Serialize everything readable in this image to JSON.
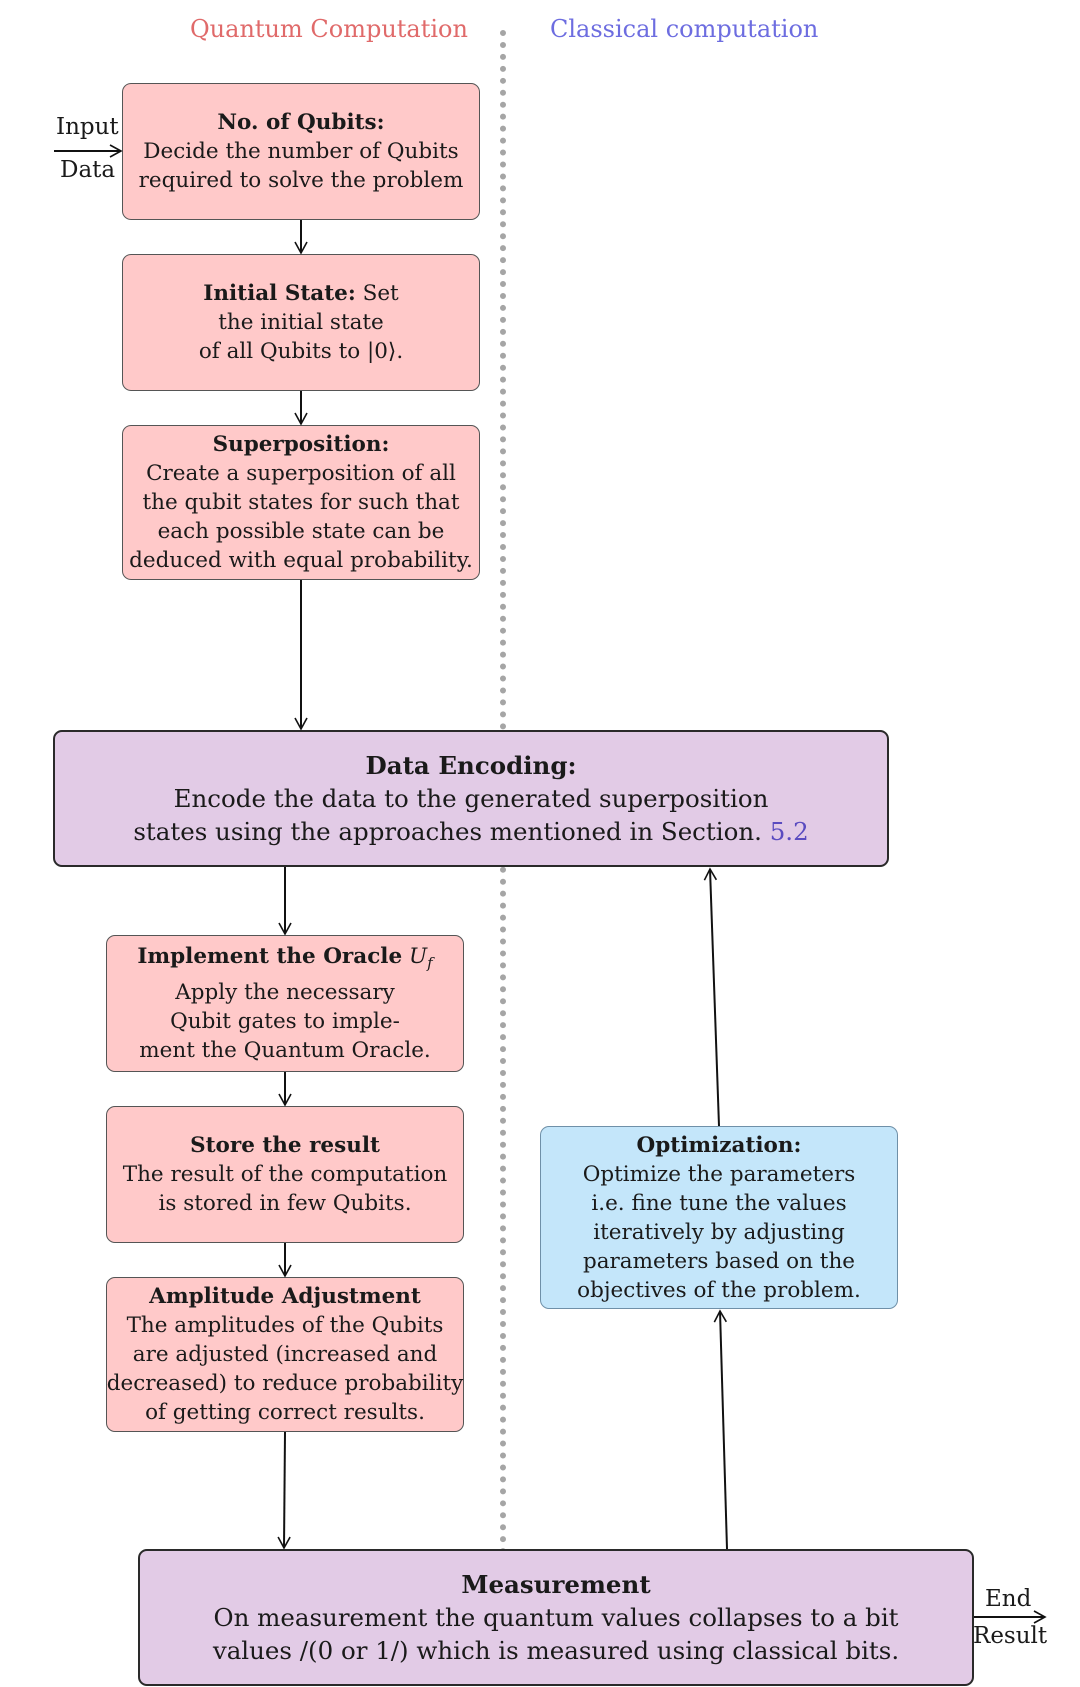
{
  "headers": {
    "quantum": "Quantum Computation",
    "classical": "Classical computation"
  },
  "io": {
    "input_top": "Input",
    "input_bottom": "Data",
    "output_top": "End",
    "output_bottom": "Result"
  },
  "nodes": {
    "qubits": {
      "title": "No. of Qubits:",
      "lines": [
        "Decide the number of Qubits",
        "required to solve the problem"
      ]
    },
    "initial_state": {
      "title": "Initial State:",
      "title_suffix": " Set",
      "lines": [
        "the initial state",
        "of all Qubits to |0⟩."
      ]
    },
    "superposition": {
      "title": "Superposition:",
      "lines": [
        "Create a superposition of all",
        "the qubit states for such that",
        "each possible state can be",
        "deduced with equal probability."
      ]
    },
    "data_encoding": {
      "title": "Data Encoding:",
      "lines": [
        "Encode the data to the generated superposition",
        "states using the approaches mentioned in Section."
      ],
      "section_ref": "5.2"
    },
    "oracle": {
      "title": "Implement the Oracle",
      "math_symbol": "U",
      "math_sub": "f",
      "lines": [
        "Apply the necessary",
        "Qubit gates to imple-",
        "ment the Quantum Oracle."
      ]
    },
    "store_result": {
      "title": "Store the result",
      "lines": [
        "The result of the computation",
        "is stored in few Qubits."
      ]
    },
    "amplitude": {
      "title": "Amplitude Adjustment",
      "lines": [
        "The amplitudes of the Qubits",
        "are adjusted (increased and",
        "decreased) to reduce probability",
        "of getting correct results."
      ]
    },
    "optimization": {
      "title": "Optimization:",
      "lines": [
        "Optimize the parameters",
        "i.e. fine tune the values",
        "iteratively by adjusting",
        "parameters based on the",
        "objectives of the problem."
      ]
    },
    "measurement": {
      "title": "Measurement",
      "lines": [
        "On measurement the quantum values collapses to a bit",
        "values /(0 or 1/) which is measured using classical bits."
      ]
    }
  },
  "colors": {
    "quantum_header": "#e06a6a",
    "classical_header": "#6d6de0",
    "quantum_box": "#ffc9c9",
    "hybrid_box": "#e2cbe6",
    "classical_box": "#c4e6fa",
    "divider": "#a5a5a5"
  }
}
